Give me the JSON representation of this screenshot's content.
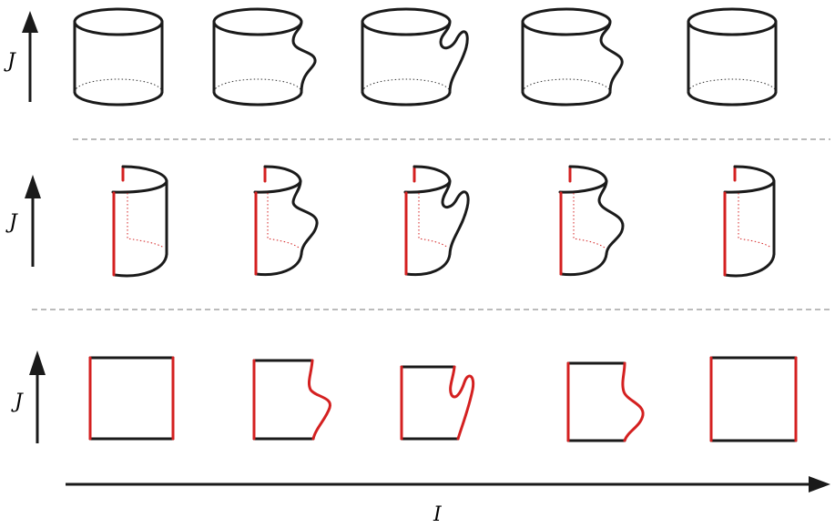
{
  "labels": {
    "j_axis_top": "J",
    "j_axis_middle": "J",
    "j_axis_bottom": "J",
    "i_axis": "I"
  },
  "colors": {
    "stroke": "#1a1a1a",
    "highlight": "#d42020",
    "separator": "#777777"
  },
  "rows": [
    {
      "name": "cylinders",
      "count": 5
    },
    {
      "name": "cut-cylinders",
      "count": 5
    },
    {
      "name": "squares",
      "count": 5
    }
  ]
}
